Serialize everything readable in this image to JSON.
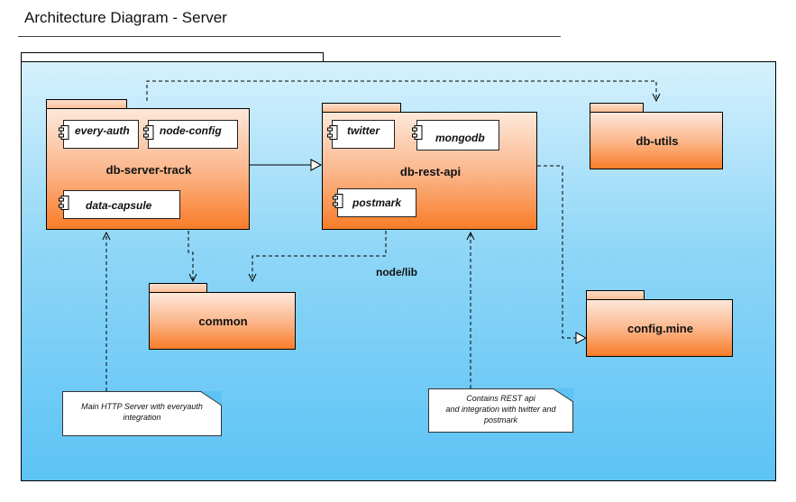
{
  "title": "Architecture Diagram - Server",
  "packages": {
    "db_server_track": {
      "label": "db-server-track",
      "components": [
        "every-auth",
        "node-config",
        "data-capsule"
      ]
    },
    "db_rest_api": {
      "label": "db-rest-api",
      "components": [
        "twitter",
        "mongodb",
        "postmark"
      ]
    },
    "db_utils": {
      "label": "db-utils"
    },
    "common": {
      "label": "common"
    },
    "config_mine": {
      "label": "config.mine"
    }
  },
  "labels": {
    "node_lib": "node/lib"
  },
  "notes": {
    "server_note": [
      "Main HTTP Server with everyauth",
      "integration"
    ],
    "rest_note": [
      "Contains REST api",
      "and integration with twitter and",
      "postmark"
    ]
  },
  "colors": {
    "package_fill_top": "#fde8da",
    "package_fill_bottom": "#f97c28",
    "frame_fill_top": "#d6f1fd",
    "frame_fill_bottom": "#5cc3f5"
  }
}
